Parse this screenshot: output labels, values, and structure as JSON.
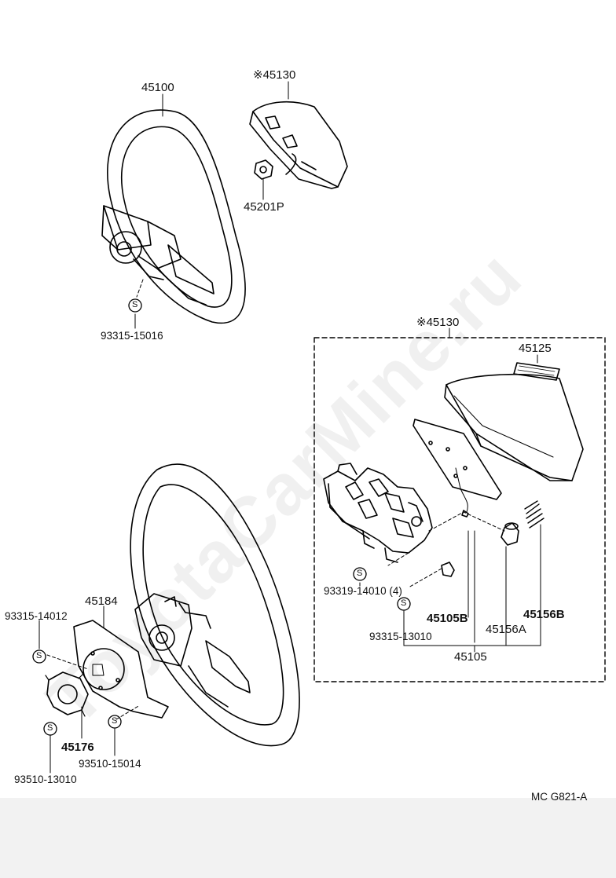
{
  "watermark": "ToyotaCarMine.ru",
  "footer_code": "MC  G821-A",
  "labels": {
    "top_wheel": "45100",
    "top_pad": "※45130",
    "nut": "45201P",
    "top_screw": "93315-15016",
    "box_pad": "※45130",
    "emblem": "45125",
    "screw_4": "93319-14010 (4)",
    "screw_box": "93315-13010",
    "horn_b_bold": "45105B",
    "horn_a": "45156A",
    "horn_spring_b": "45156B",
    "horn_assy": "45105",
    "plate": "45184",
    "left_screw1": "93315-14012",
    "ring": "45176",
    "screw_bottom": "93510-15014",
    "screw_left_bottom": "93510-13010",
    "screw_mark": "S"
  }
}
